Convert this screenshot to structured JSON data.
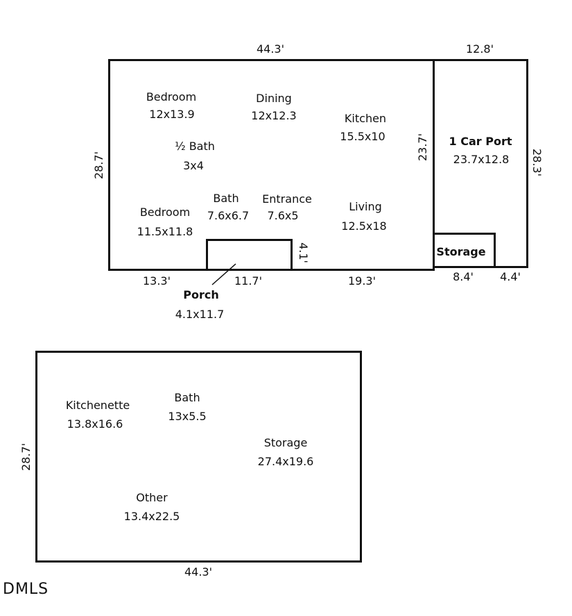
{
  "upper_plan": {
    "top_dims": {
      "main": "44.3'",
      "carport": "12.8'"
    },
    "side_dims": {
      "left": "28.7'",
      "carport_left": "23.7'",
      "carport_right": "28.3'",
      "porch_side": "4.1'"
    },
    "bottom_dims": {
      "left": "13.3'",
      "porch": "11.7'",
      "right": "19.3'",
      "storage": "8.4'",
      "carport_end": "4.4'"
    },
    "rooms": [
      {
        "name": "Bedroom",
        "size": "12x13.9"
      },
      {
        "name": "Dining",
        "size": "12x12.3"
      },
      {
        "name": "Kitchen",
        "size": "15.5x10"
      },
      {
        "name": "½ Bath",
        "size": "3x4"
      },
      {
        "name": "Bedroom",
        "size": "11.5x11.8"
      },
      {
        "name": "Bath",
        "size": "7.6x6.7"
      },
      {
        "name": "Entrance",
        "size": "7.6x5"
      },
      {
        "name": "Living",
        "size": "12.5x18"
      }
    ],
    "carport": {
      "name": "1 Car Port",
      "size": "23.7x12.8"
    },
    "storage": {
      "name": "Storage"
    },
    "porch": {
      "name": "Porch",
      "size": "4.1x11.7"
    }
  },
  "lower_plan": {
    "side_dim": "28.7'",
    "bottom_dim": "44.3'",
    "rooms": [
      {
        "name": "Kitchenette",
        "size": "13.8x16.6"
      },
      {
        "name": "Bath",
        "size": "13x5.5"
      },
      {
        "name": "Storage",
        "size": "27.4x19.6"
      },
      {
        "name": "Other",
        "size": "13.4x22.5"
      }
    ]
  },
  "watermark": "DMLS"
}
